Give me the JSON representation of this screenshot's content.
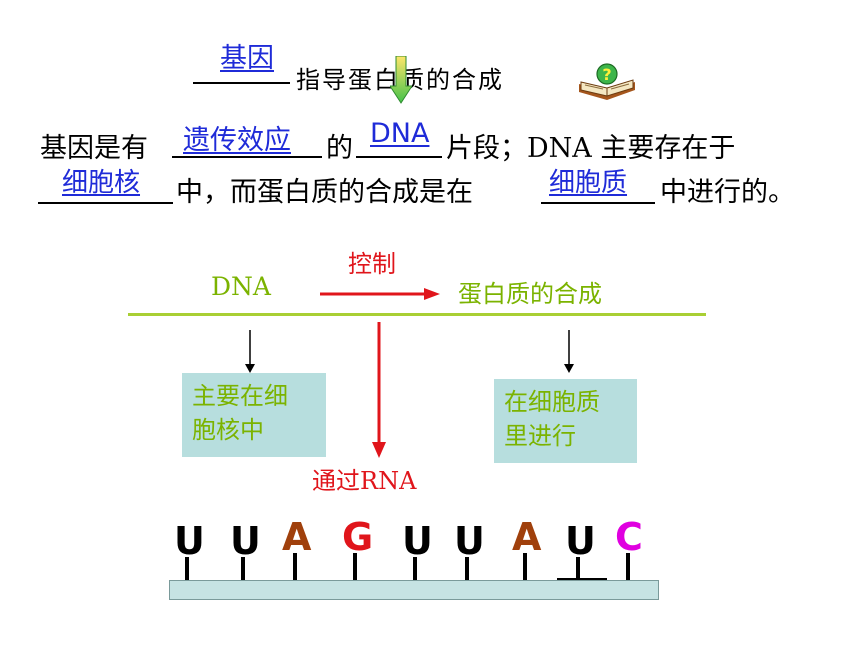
{
  "heading": {
    "blank_answer": "基因",
    "text": "指导蛋白质的合成"
  },
  "sentence": {
    "part1": "基因是有",
    "answer1": "遗传效应",
    "part2": "的",
    "answer2": "DNA",
    "part3": "片段；DNA 主要存在于",
    "answer3": "细胞核",
    "part4": "中，而蛋白质的合成是在",
    "answer4": "细胞质",
    "part5": "中进行的。"
  },
  "diagram": {
    "left_label": "DNA",
    "arrow_label": "控制",
    "right_label": "蛋白质的合成",
    "box_left": "主要在细胞核中",
    "box_right": "在细胞质里进行",
    "down_label": "通过RNA"
  },
  "bases": [
    "U",
    "U",
    "A",
    "G",
    "U",
    "U",
    "A",
    "U",
    "C"
  ],
  "colors": {
    "answer_blue": "#1f2bd8",
    "green": "#7bb300",
    "red": "#e0151b",
    "box_fill": "#b7dede",
    "bar_fill": "#c6e3e3",
    "base_A": "#a0400c",
    "base_G": "#e0151b",
    "base_C": "#e000e0",
    "base_U": "#000000"
  }
}
